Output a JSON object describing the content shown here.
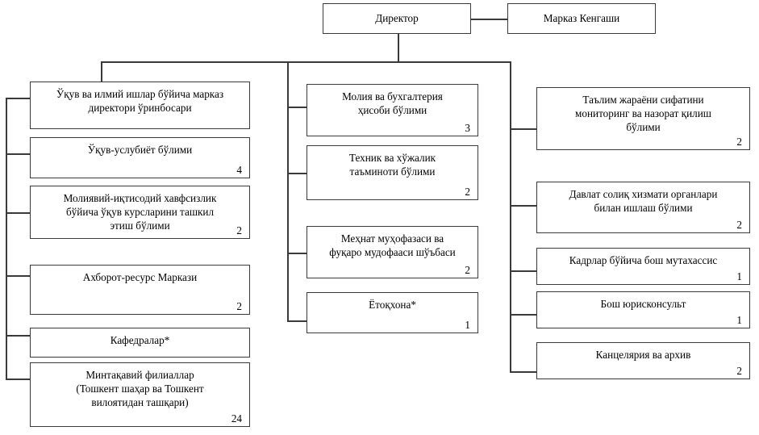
{
  "chart_title": "",
  "top": {
    "director": {
      "label": "Директор"
    },
    "council": {
      "label": "Марказ Кенгаши"
    }
  },
  "columns": {
    "left": [
      {
        "label": "Ўқув ва илмий ишлар бўйича марказ\nдиректори ўринбосари",
        "count": ""
      },
      {
        "label": "Ўқув-услубиёт бўлими",
        "count": "4"
      },
      {
        "label": "Молиявий-иқтисодий хавфсизлик\nбўйича ўқув курсларини ташкил\nэтиш бўлими",
        "count": "2"
      },
      {
        "label": "Ахборот-ресурс Маркази",
        "count": "2"
      },
      {
        "label": "Кафедралар*",
        "count": ""
      },
      {
        "label": "Минтақавий филиаллар\n(Тошкент шаҳар ва Тошкент\nвилоятидан ташқари)",
        "count": "24"
      }
    ],
    "middle": [
      {
        "label": "Молия ва бухгалтерия\nҳисоби бўлими",
        "count": "3"
      },
      {
        "label": "Техник ва хўжалик\nтаъминоти бўлими",
        "count": "2"
      },
      {
        "label": "Меҳнат муҳофазаси ва\nфуқаро мудофааси шўъбаси",
        "count": "2"
      },
      {
        "label": "Ётоқхона*",
        "count": "1"
      }
    ],
    "right": [
      {
        "label": "Таълим жараёни сифатини\nмониторинг ва назорат қилиш\nбўлими",
        "count": "2"
      },
      {
        "label": "Давлат солиқ хизмати органлари\nбилан ишлаш бўлими",
        "count": "2"
      },
      {
        "label": "Кадрлар бўйича бош мутахассис",
        "count": "1"
      },
      {
        "label": "Бош юрисконсульт",
        "count": "1"
      },
      {
        "label": "Канцелярия ва архив",
        "count": "2"
      }
    ]
  },
  "colors": {
    "line": "#3a3a3a",
    "background": "#ffffff",
    "text": "#000000"
  }
}
